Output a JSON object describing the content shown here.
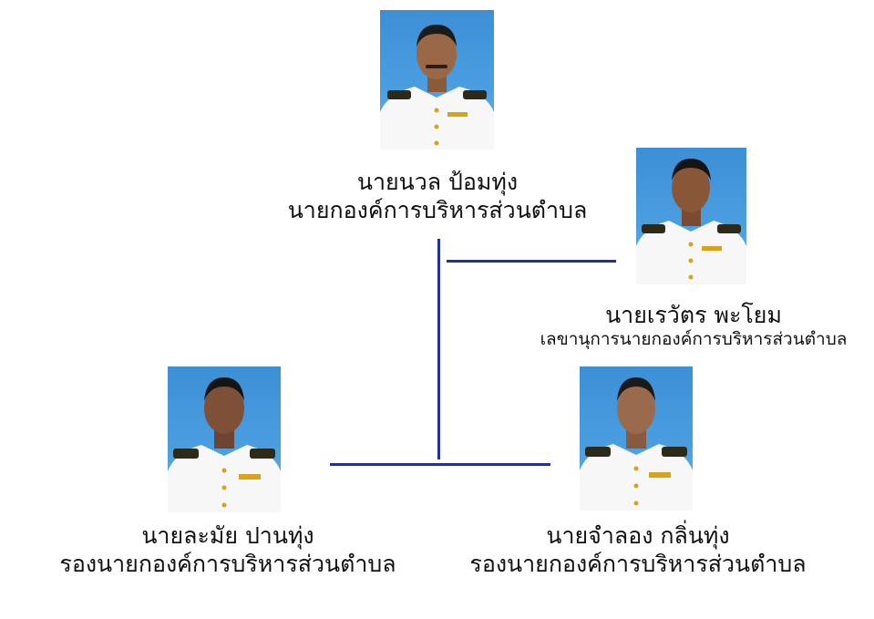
{
  "colors": {
    "connector": "#1f2fa8",
    "photo_background": "#4a9ee0",
    "uniform": "#f7f7f7"
  },
  "people": {
    "president": {
      "name": "นายนวล  ป้อมทุ่ง",
      "position": "นายกองค์การบริหารส่วนตำบล"
    },
    "secretary": {
      "name": "นายเรวัตร  พะโยม",
      "position": "เลขานุการนายกองค์การบริหารส่วนตำบล"
    },
    "deputy_left": {
      "name": "นายละมัย  ปานทุ่ง",
      "position": "รองนายกองค์การบริหารส่วนตำบล"
    },
    "deputy_right": {
      "name": "นายจำลอง  กลิ่นทุ่ง",
      "position": "รองนายกองค์การบริหารส่วนตำบล"
    }
  }
}
